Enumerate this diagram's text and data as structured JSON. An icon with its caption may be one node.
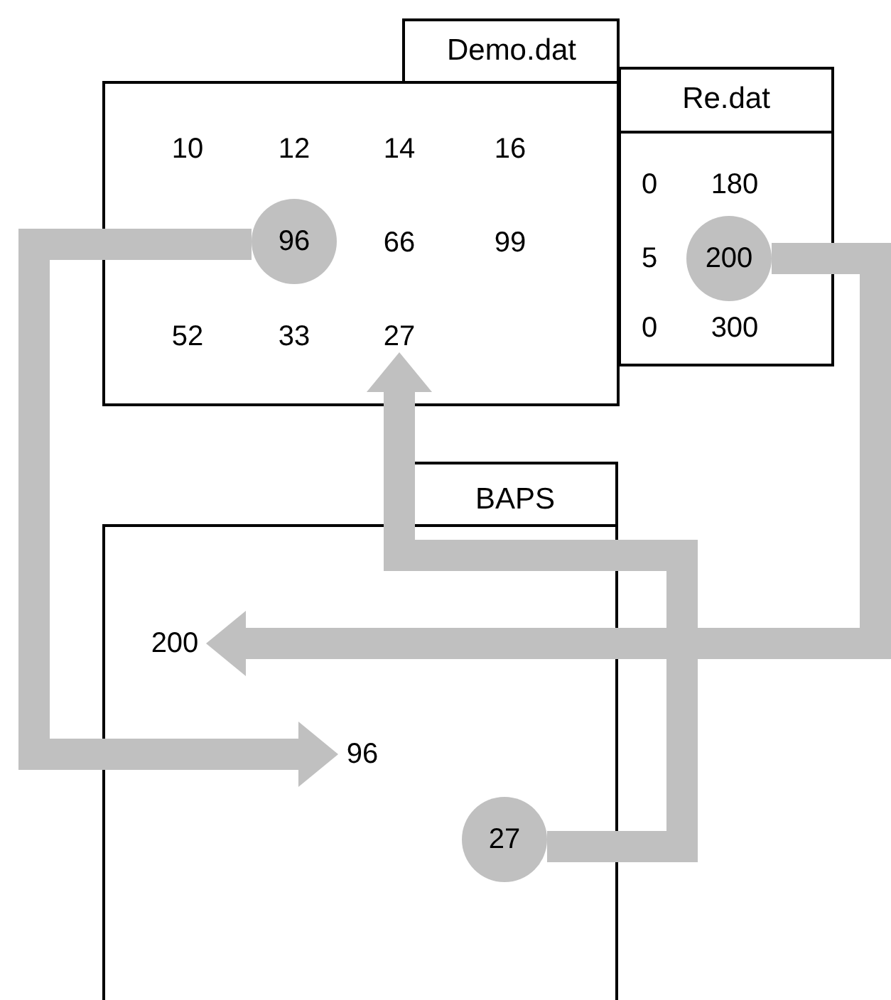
{
  "diagram": {
    "nodes": [
      {
        "text": [
          "Demo.dat"
        ]
      },
      {
        "text": [
          "96"
        ],
        "in": 0
      },
      {
        "text": [
          "27"
        ],
        "in": 0
      },
      {
        "text": [
          "Re.dat"
        ]
      },
      {
        "text": [
          "200"
        ],
        "in": 3
      },
      {
        "text": [
          "BAPS"
        ]
      },
      {
        "text": [
          "200"
        ],
        "in": 5
      },
      {
        "text": [
          "96"
        ],
        "in": 5
      },
      {
        "text": [
          "27"
        ],
        "in": 5
      }
    ],
    "edges": [
      {
        "from": 1,
        "to": 7,
        "arrow": "to"
      },
      {
        "from": 4,
        "to": 6,
        "arrow": "to"
      },
      {
        "from": 8,
        "to": 2,
        "arrow": "to"
      }
    ],
    "labels": [
      "10",
      "12",
      "14",
      "16",
      "0",
      "180",
      "5",
      "66",
      "99",
      "52",
      "33",
      "0",
      "300"
    ]
  }
}
